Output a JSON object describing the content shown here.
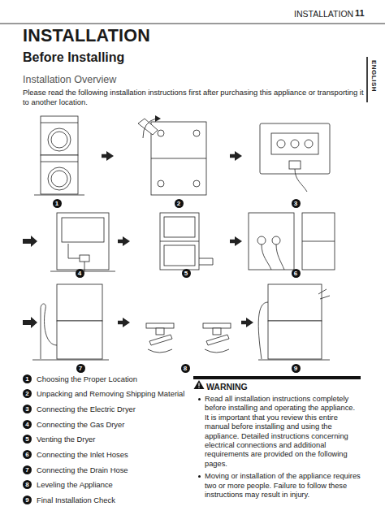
{
  "diagram": {
    "title": "INSTALLATION",
    "nodes": [
      {
        "text": [
          "1"
        ]
      },
      {
        "text": [
          "2"
        ]
      },
      {
        "text": [
          "3"
        ]
      },
      {
        "text": [
          "4"
        ]
      },
      {
        "text": [
          "5"
        ]
      },
      {
        "text": [
          "6"
        ]
      },
      {
        "text": [
          "7"
        ]
      },
      {
        "text": [
          "8"
        ]
      },
      {
        "text": [
          "9"
        ]
      },
      {
        "text": [
          "1",
          "Choosing the Proper Location"
        ]
      },
      {
        "text": [
          "2",
          "Unpacking and Removing Shipping Material"
        ]
      },
      {
        "text": [
          "3",
          "Connecting the Electric Dryer"
        ]
      },
      {
        "text": [
          "4",
          "Connecting the Gas Dryer"
        ]
      },
      {
        "text": [
          "5",
          "Venting the Dryer"
        ]
      },
      {
        "text": [
          "6",
          "Connecting the Inlet Hoses"
        ]
      },
      {
        "text": [
          "7",
          "Connecting the Drain Hose"
        ]
      },
      {
        "text": [
          "8",
          "Leveling the Appliance"
        ]
      },
      {
        "text": [
          "9",
          "Final Installation Check"
        ]
      },
      {
        "text": [
          "WARNING",
          "Read all installation instructions completely before installing and operating the appliance. It is important that you review this entire manual before installing and using the appliance. Detailed instructions concerning electrical connections and additional requirements are provided on the following pages.",
          "Moving or installation of the appliance requires two or more people. Failure to follow these instructions may result in injury."
        ]
      }
    ],
    "edges": [
      {
        "from": 0,
        "to": 1,
        "arrow": "to"
      },
      {
        "from": 1,
        "to": 2,
        "arrow": "to"
      },
      {
        "from": 3,
        "to": 4,
        "arrow": "to"
      },
      {
        "from": 4,
        "to": 5,
        "arrow": "to"
      },
      {
        "from": 6,
        "to": 7,
        "arrow": "to"
      },
      {
        "from": 7,
        "to": 8,
        "arrow": "to"
      }
    ],
    "labels": [
      "INSTALLATION",
      "11",
      "ENGLISH",
      "Before Installing",
      "Installation Overview",
      "Please read the following installation instructions first after purchasing this appliance or transporting it to another location."
    ]
  }
}
